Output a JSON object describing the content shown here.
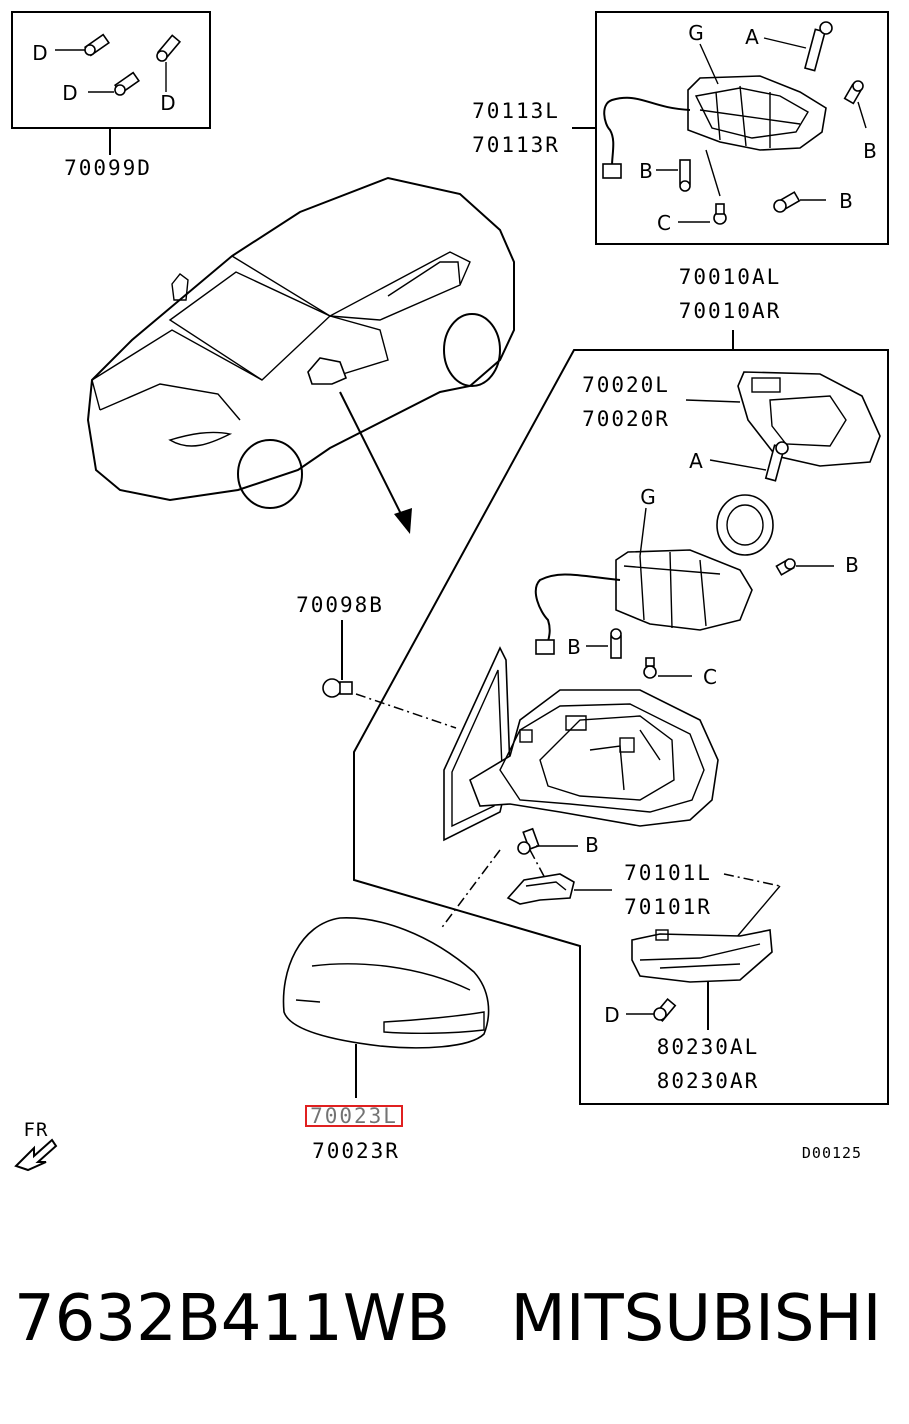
{
  "labels": {
    "p70099D": "70099D",
    "p70113L": "70113L",
    "p70113R": "70113R",
    "p70010AL": "70010AL",
    "p70010AR": "70010AR",
    "p70020L": "70020L",
    "p70020R": "70020R",
    "p70098B": "70098B",
    "p70101L": "70101L",
    "p70101R": "70101R",
    "p80230AL": "80230AL",
    "p80230AR": "80230AR",
    "p70023L": "70023L",
    "p70023R": "70023R",
    "diagram_code": "D00125",
    "fr": "FR"
  },
  "fasteners": {
    "A": "A",
    "B": "B",
    "C": "C",
    "D": "D",
    "G": "G"
  },
  "footer": {
    "part_number": "7632B411WB",
    "brand": "MITSUBISHI"
  },
  "colors": {
    "highlight": "#e02020",
    "ink": "#000000"
  }
}
